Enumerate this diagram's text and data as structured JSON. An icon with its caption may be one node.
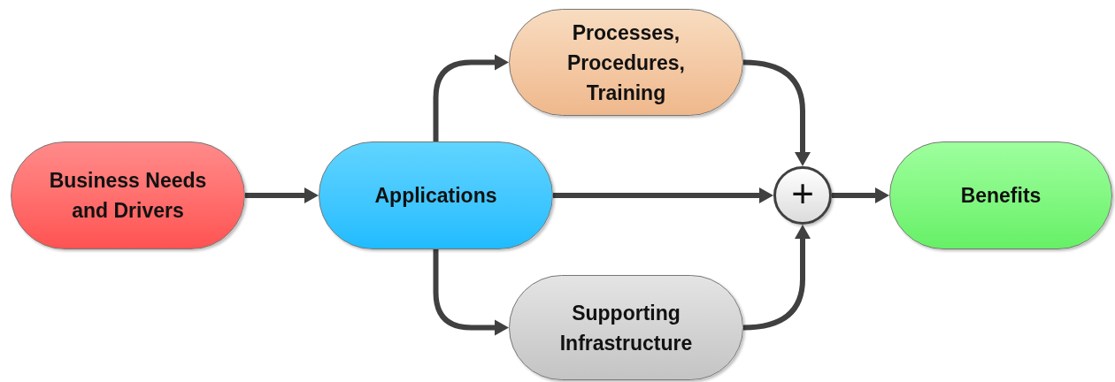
{
  "diagram": {
    "nodes": [
      {
        "text": [
          "Business Needs and Drivers"
        ]
      },
      {
        "text": [
          "Applications"
        ]
      },
      {
        "text": [
          "Processes, Procedures, Training"
        ]
      },
      {
        "text": [
          "Supporting Infrastructure"
        ]
      },
      {
        "text": [
          "+"
        ]
      },
      {
        "text": [
          "Benefits"
        ]
      }
    ],
    "edges": [
      {
        "from": 0,
        "to": 1,
        "arrow": "to"
      },
      {
        "from": 1,
        "to": 2,
        "arrow": "to"
      },
      {
        "from": 1,
        "to": 3,
        "arrow": "to"
      },
      {
        "from": 1,
        "to": 4,
        "arrow": "to"
      },
      {
        "from": 2,
        "to": 4,
        "arrow": "to"
      },
      {
        "from": 3,
        "to": 4,
        "arrow": "to"
      },
      {
        "from": 4,
        "to": 5,
        "arrow": "to"
      }
    ]
  }
}
